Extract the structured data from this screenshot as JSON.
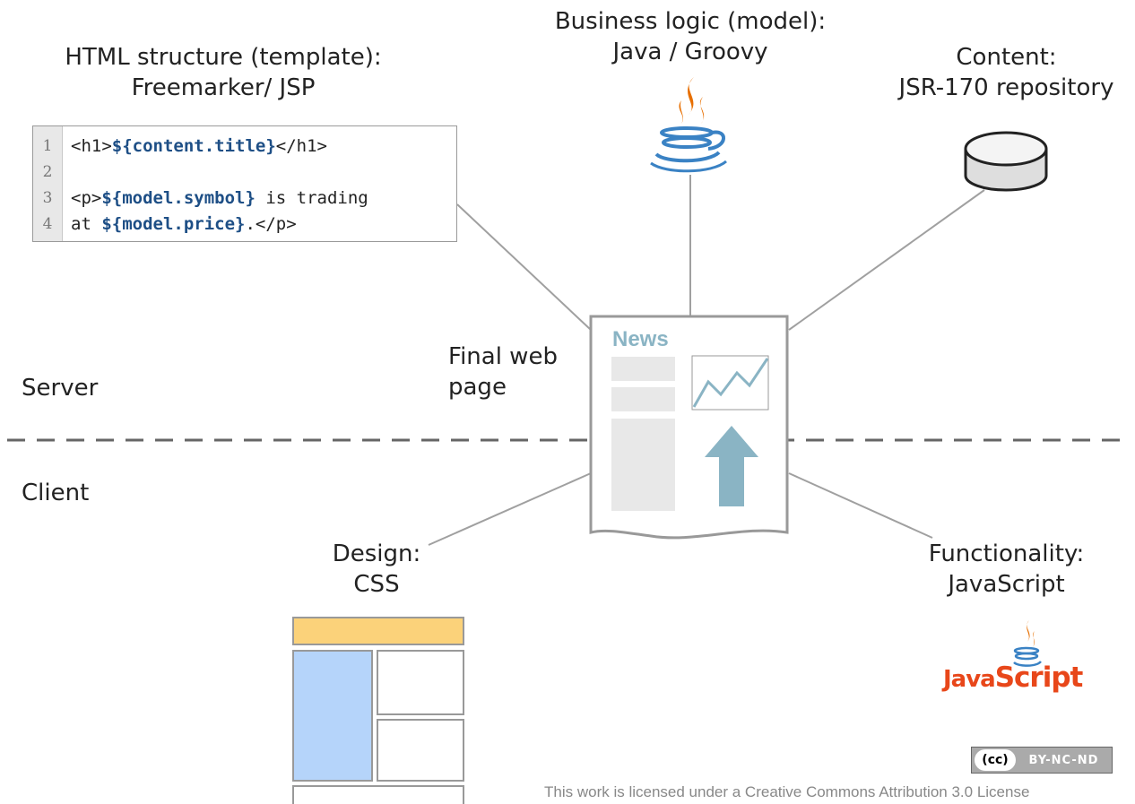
{
  "labels": {
    "template": {
      "line1": "HTML structure (template):",
      "line2": "Freemarker/ JSP"
    },
    "model": {
      "line1": "Business logic (model):",
      "line2": "Java / Groovy"
    },
    "content": {
      "line1": "Content:",
      "line2": "JSR-170 repository"
    },
    "final_page": {
      "line1": "Final web",
      "line2": "page"
    },
    "design": {
      "line1": "Design:",
      "line2": "CSS"
    },
    "functionality": {
      "line1": "Functionality:",
      "line2": "JavaScript"
    },
    "server": "Server",
    "client": "Client"
  },
  "code_sample": {
    "line_numbers": [
      "1",
      "2",
      "3",
      "4"
    ],
    "line1": {
      "a": "<h1>",
      "b": "${content.title}",
      "c": "</h1>"
    },
    "line3": {
      "a": "<p>",
      "b": "${model.symbol}",
      "c": " is trading"
    },
    "line4": {
      "a": "at ",
      "b": "${model.price}",
      "c": ".</p>"
    }
  },
  "page_mock": {
    "heading": "News"
  },
  "js_logo": {
    "part1": "Java",
    "part2": "Script"
  },
  "license": {
    "badge_left": "(cc)",
    "badge_right": "BY-NC-ND",
    "text": "This work is licensed under a Creative Commons Attribution 3.0 License"
  },
  "colors": {
    "accent": "#8ab4c4",
    "css_header": "#fbd27a",
    "css_sidebar": "#b5d4fa",
    "js_red": "#e8471a"
  }
}
